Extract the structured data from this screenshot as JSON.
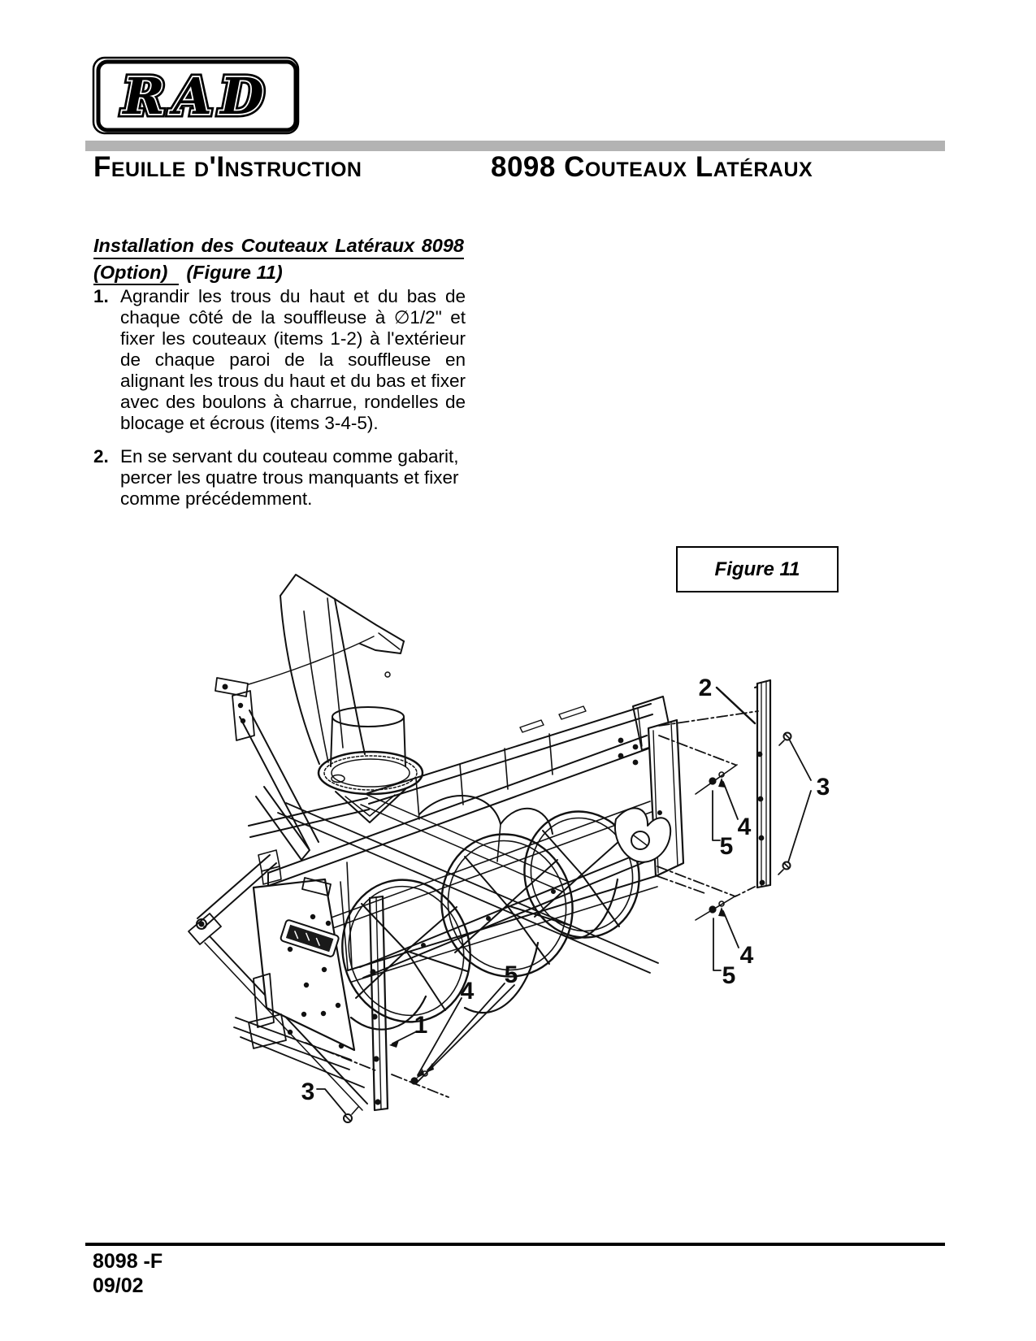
{
  "logo": {
    "text": "RAD"
  },
  "header": {
    "left_title": "Feuille d'Instruction",
    "right_title": "8098 Couteaux Latéraux"
  },
  "section": {
    "heading_line1": "Installation des Couteaux Latéraux 8098",
    "heading_line2_underlined": "(Option)",
    "heading_line2_rest": "(Figure 11)"
  },
  "instructions": [
    {
      "number": "1.",
      "lines": [
        "Agrandir les trous du haut et du bas de",
        "chaque côté de la souffleuse à ∅1/2\" et",
        "fixer les couteaux (items 1-2) à l'extérieur",
        "de chaque paroi de la souffleuse en",
        "alignant les trous du haut et du bas et fixer",
        "avec des boulons à charrue, rondelles de",
        "blocage et écrous (items 3-4-5)."
      ]
    },
    {
      "number": "2.",
      "lines": [
        "En se servant du couteau comme gabarit,",
        "percer les quatre trous manquants et fixer",
        "comme précédemment."
      ]
    }
  ],
  "figure": {
    "label": "Figure 11",
    "callouts": [
      "1",
      "2",
      "3",
      "4",
      "5"
    ]
  },
  "footer": {
    "doc_code": "8098 -F",
    "date_code": "09/02"
  },
  "colors": {
    "ink": "#000000",
    "divider_gray": "#b3b3b3",
    "paper": "#ffffff"
  }
}
